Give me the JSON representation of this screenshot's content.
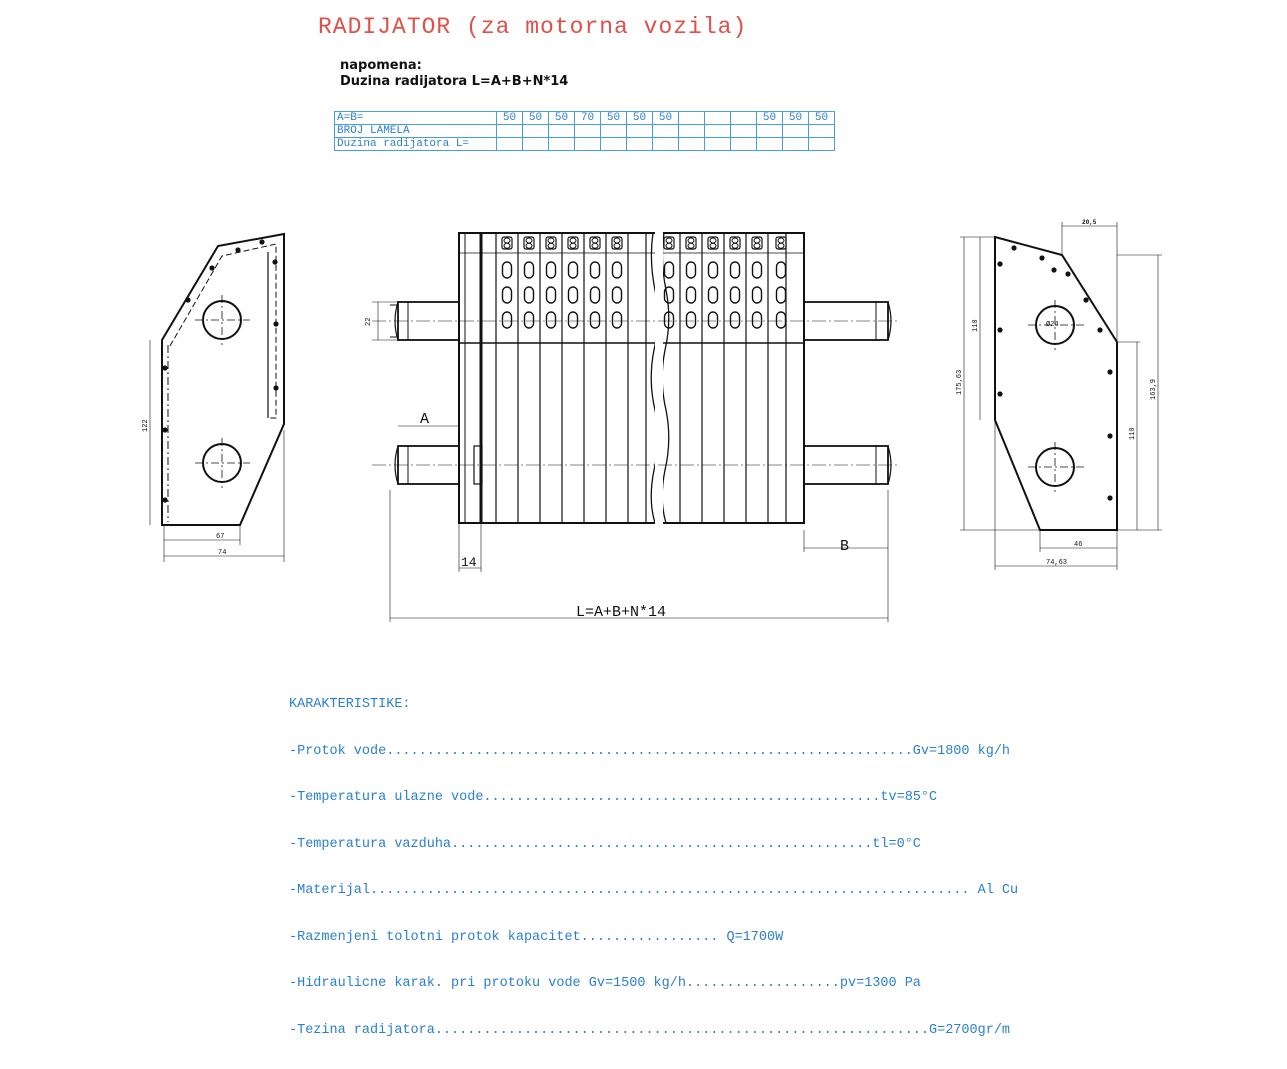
{
  "title": "RADIJATOR (za motorna vozila)",
  "note": {
    "heading": "napomena:",
    "formula": "Duzina radijatora L=A+B+N*14"
  },
  "spec_table": {
    "rows": [
      {
        "label": "A=B=",
        "cells": [
          "50",
          "50",
          "50",
          "70",
          "50",
          "50",
          "50",
          "",
          "",
          "",
          "50",
          "50",
          "50"
        ]
      },
      {
        "label": "BROJ LAMELA",
        "cells": [
          "",
          "",
          "",
          "",
          "",
          "",
          "",
          "",
          "",
          "",
          "",
          "",
          ""
        ]
      },
      {
        "label": "Duzina radijatora L=",
        "cells": [
          "",
          "",
          "",
          "",
          "",
          "",
          "",
          "",
          "",
          "",
          "",
          "",
          ""
        ]
      }
    ]
  },
  "drawing": {
    "dim_a": "A",
    "dim_b": "B",
    "dim_14": "14",
    "dim_22": "22",
    "dim_total": "L=A+B+N*14",
    "left_view": {
      "dim_height": "122",
      "dim_inner": "67",
      "dim_width": "74"
    },
    "right_view": {
      "dim_top": "20,5",
      "dim_hole": "Ø24",
      "dim_110_top": "110",
      "dim_175": "175,63",
      "dim_163": "163,9",
      "dim_110_bottom": "110",
      "dim_46": "46",
      "dim_74": "74,63"
    }
  },
  "characteristics": {
    "heading": "KARAKTERISTIKE:",
    "items": [
      "-Protok vode.................................................................Gv=1800 kg/h",
      "-Temperatura ulazne vode.................................................tv=85°C",
      "-Temperatura vazduha....................................................tl=0°C",
      "-Materijal.......................................................................... Al Cu",
      "-Razmenjeni tolotni protok kapacitet................. Q=1700W",
      "-Hidraulicne karak. pri protoku vode Gv=1500 kg/h...................pv=1300 Pa",
      "-Tezina radijatora.............................................................G=2700gr/m"
    ]
  },
  "colors": {
    "title": "#e0504a",
    "blue_text": "#2a7fd0",
    "ink": "#111111"
  }
}
